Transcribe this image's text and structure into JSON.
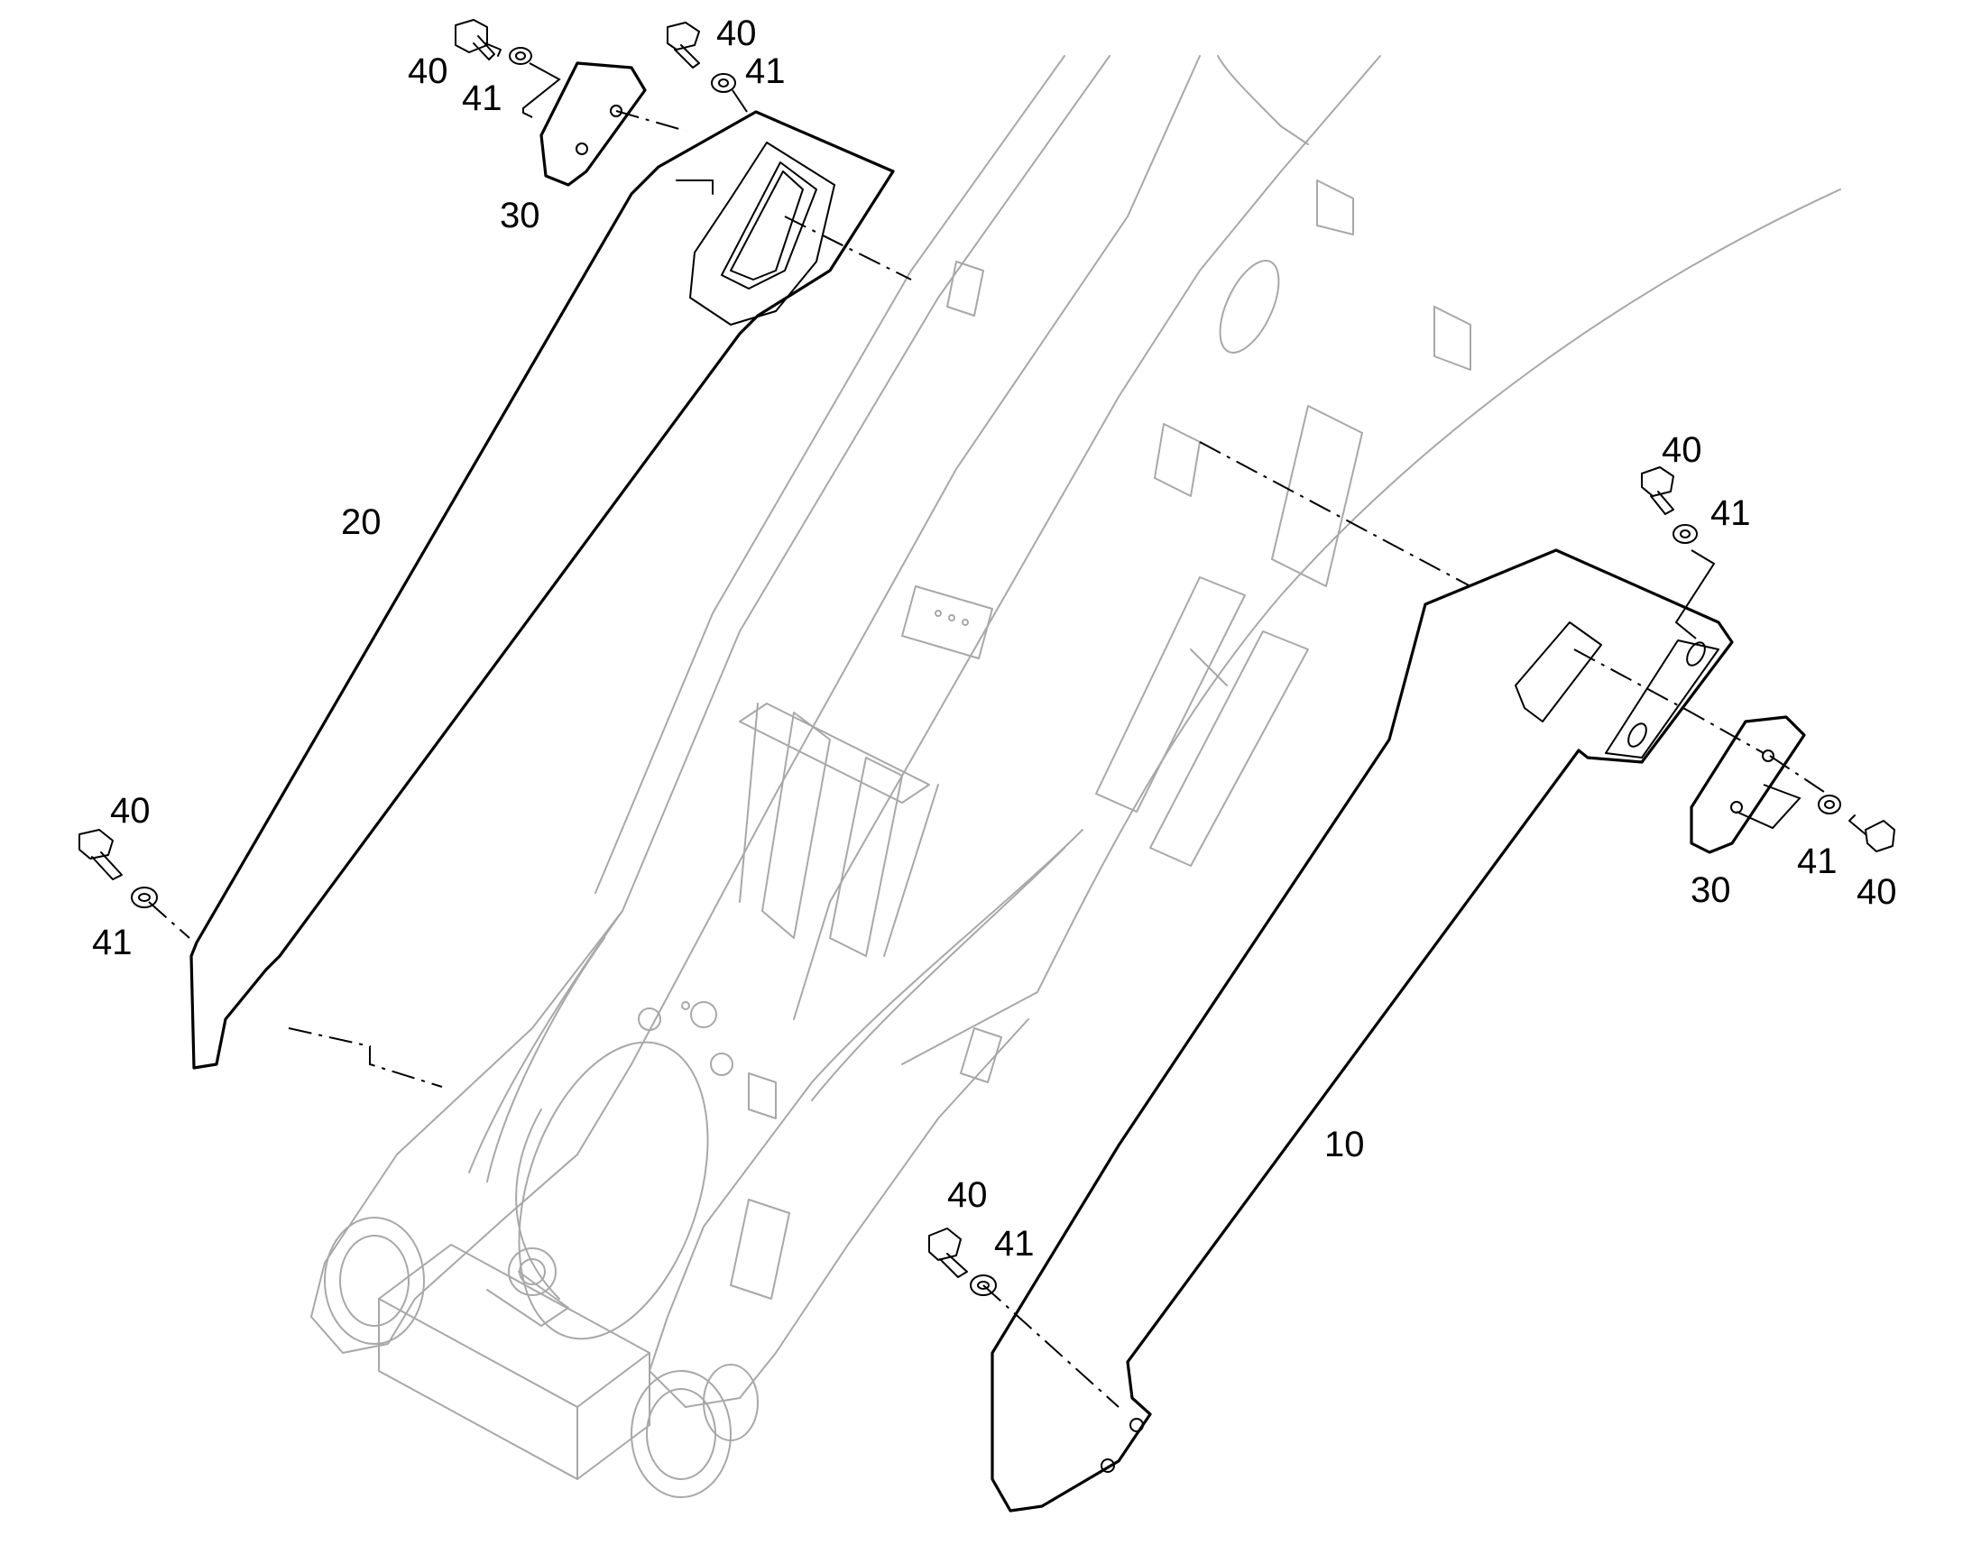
{
  "diagram": {
    "callouts": [
      {
        "id": "c40a",
        "text": "40"
      },
      {
        "id": "c40b",
        "text": "40"
      },
      {
        "id": "c41a",
        "text": "41"
      },
      {
        "id": "c41b",
        "text": "41"
      },
      {
        "id": "c30a",
        "text": "30"
      },
      {
        "id": "c20",
        "text": "20"
      },
      {
        "id": "c40c",
        "text": "40"
      },
      {
        "id": "c41c",
        "text": "41"
      },
      {
        "id": "c40d",
        "text": "40"
      },
      {
        "id": "c41d",
        "text": "41"
      },
      {
        "id": "c41e",
        "text": "41"
      },
      {
        "id": "c40e",
        "text": "40"
      },
      {
        "id": "c30b",
        "text": "30"
      },
      {
        "id": "c10",
        "text": "10"
      },
      {
        "id": "c40f",
        "text": "40"
      },
      {
        "id": "c41f",
        "text": "41"
      }
    ]
  }
}
